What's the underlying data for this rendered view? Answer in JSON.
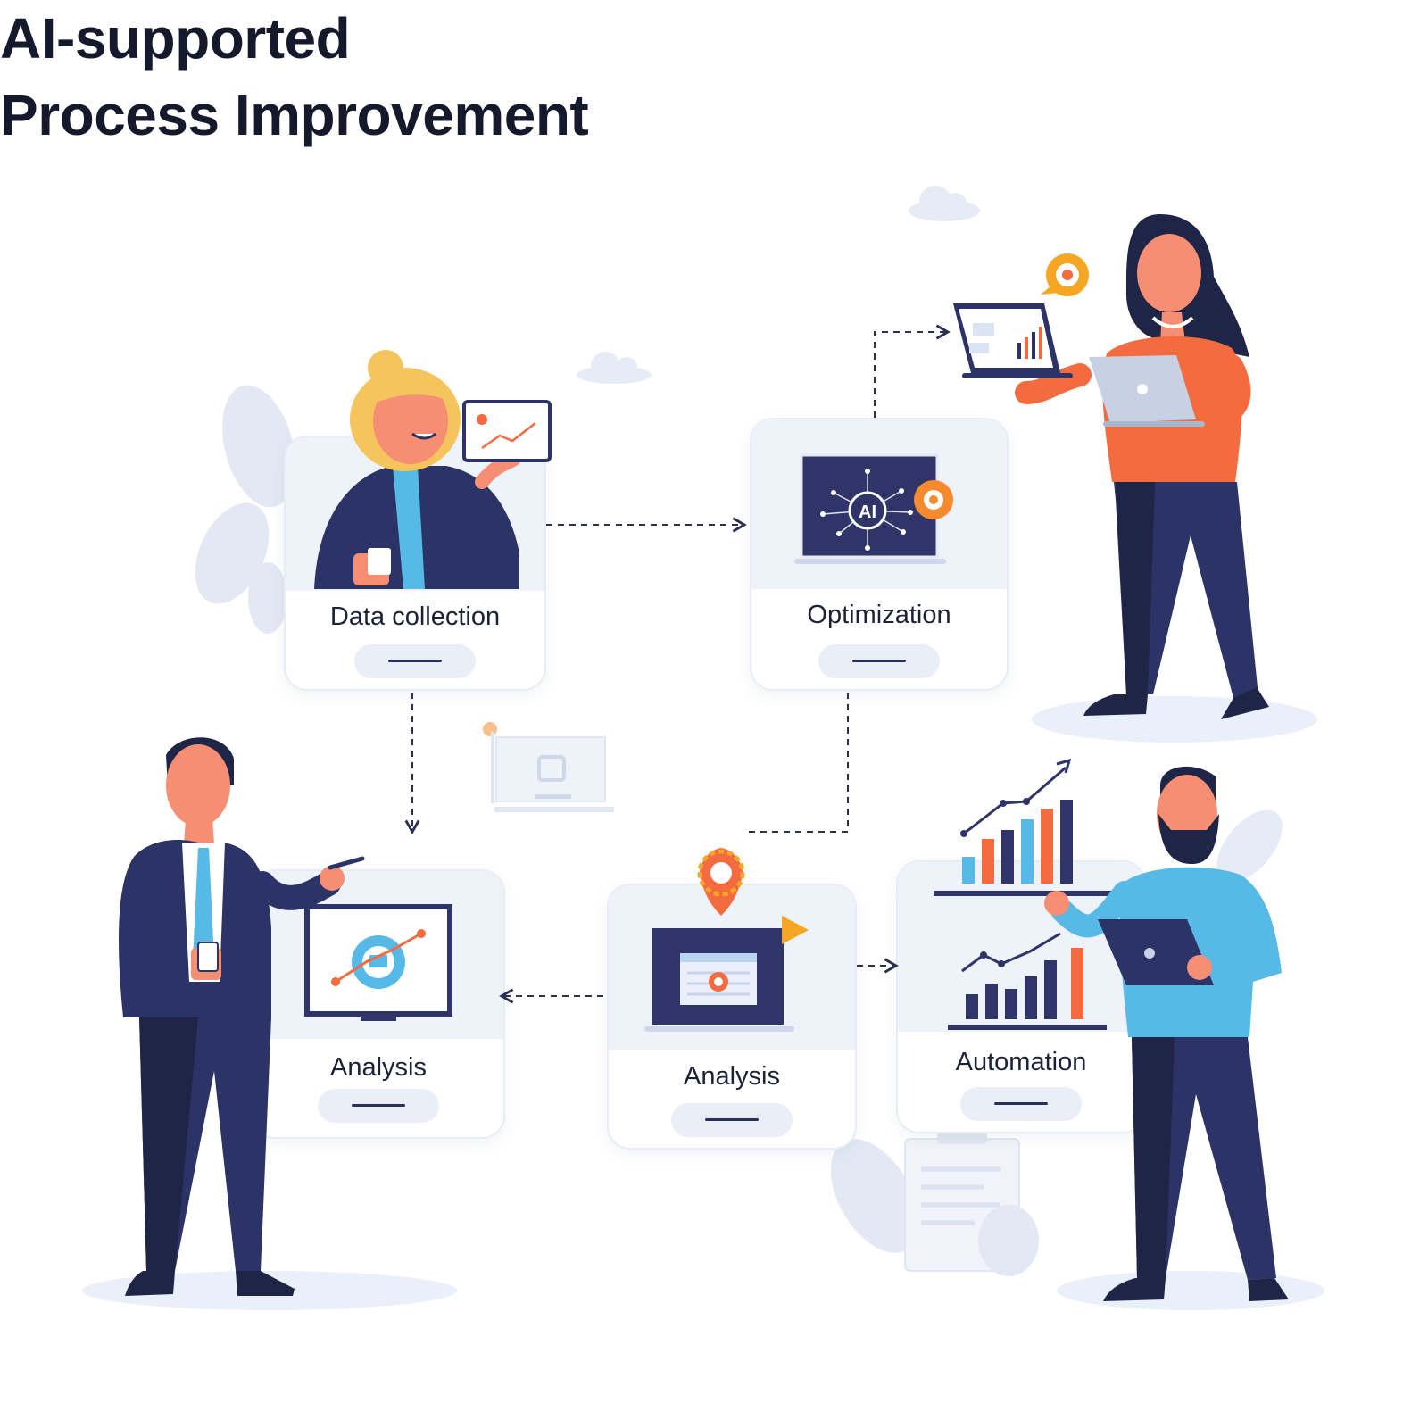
{
  "title": {
    "line1": "AI-supported",
    "line2": "Process Improvement"
  },
  "steps": [
    {
      "label": "Data collection"
    },
    {
      "label": "Optimization"
    },
    {
      "label": "Analysis"
    },
    {
      "label": "Analysis"
    },
    {
      "label": "Automation"
    }
  ],
  "screen_text": {
    "ai_chip": "AI"
  },
  "colors": {
    "navy": "#2c3366",
    "orange": "#f36b3f",
    "sky": "#57b9e6",
    "blonde": "#f6c45c",
    "skin": "#f58e72",
    "card_tint": "#eef2f9"
  }
}
